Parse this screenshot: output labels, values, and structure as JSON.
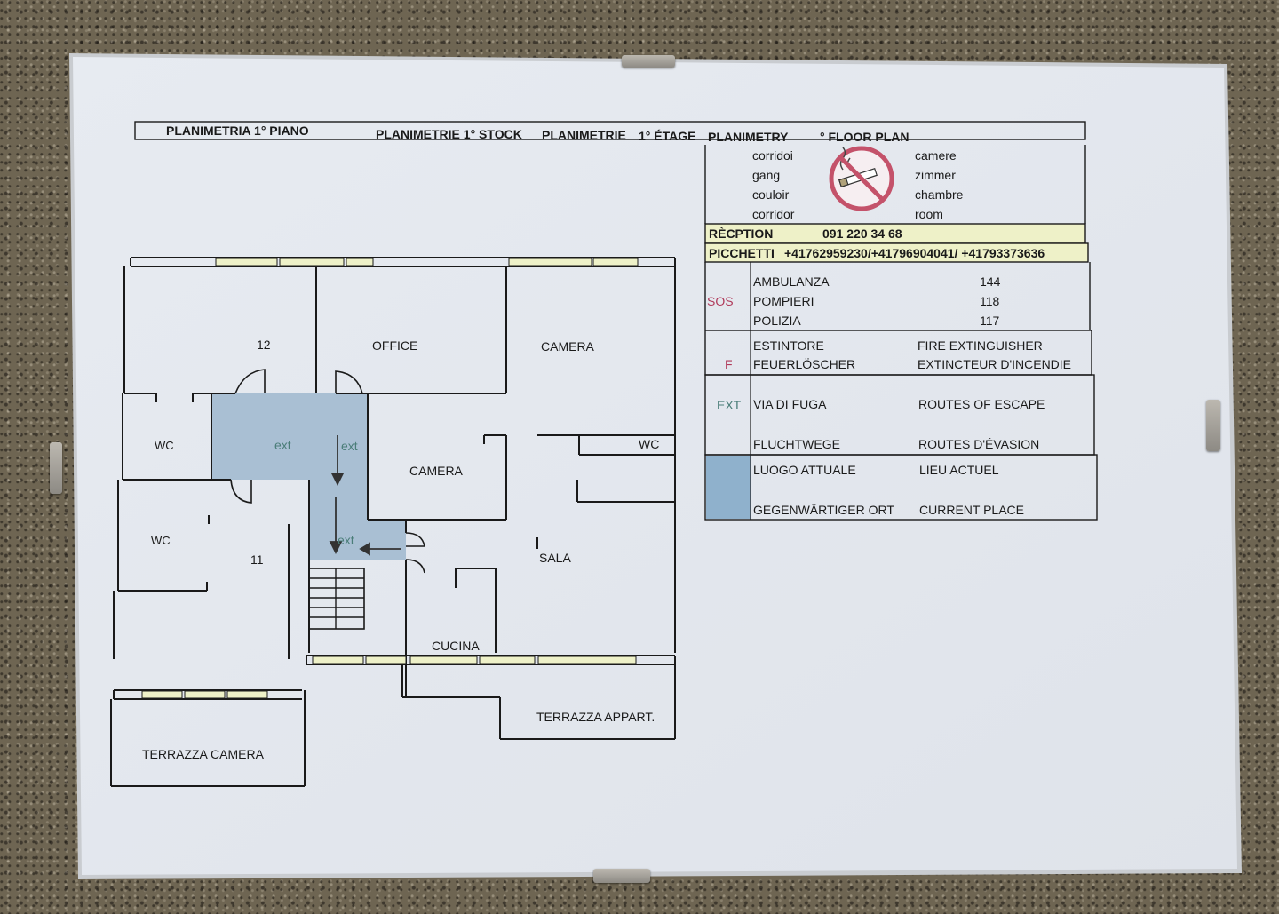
{
  "header": {
    "it": "PLANIMETRIA 1° PIANO",
    "de": "PLANIMETRIE 1° STOCK",
    "fr_a": "PLANIMETRIE",
    "fr_b": "1° ÉTAGE",
    "en_a": "PLANIMETRY",
    "en_b": "° FLOOR PLAN"
  },
  "legend": {
    "corridor_words": [
      "corridoi",
      "gang",
      "couloir",
      "corridor"
    ],
    "room_words": [
      "camere",
      "zimmer",
      "chambre",
      "room"
    ],
    "no_smoking_icon": "no-smoking-icon",
    "reception_label": "RÈCPTION",
    "reception_number": "091 220 34 68",
    "picchetti_label": "PICCHETTI",
    "picchetti_numbers": "+41762959230/+41796904041/ +41793373636",
    "sos_label": "SOS",
    "emergency": [
      {
        "name": "AMBULANZA",
        "number": "144"
      },
      {
        "name": "POMPIERI",
        "number": "118"
      },
      {
        "name": "POLIZIA",
        "number": "117"
      }
    ],
    "extinguisher_symbol": "F",
    "extinguisher_it": "ESTINTORE",
    "extinguisher_de": "FEUERLÖSCHER",
    "extinguisher_en": "FIRE EXTINGUISHER",
    "extinguisher_fr": "EXTINCTEUR D'INCENDIE",
    "escape_symbol": "EXT",
    "escape_it": "VIA DI FUGA",
    "escape_de": "FLUCHTWEGE",
    "escape_en": "ROUTES OF ESCAPE",
    "escape_fr": "ROUTES D'ÉVASION",
    "current_it": "LUOGO ATTUALE",
    "current_de": "GEGENWÄRTIGER ORT",
    "current_fr": "LIEU ACTUEL",
    "current_en": "CURRENT PLACE"
  },
  "plan": {
    "rooms": {
      "r12": "12",
      "office": "OFFICE",
      "camera_top": "CAMERA",
      "wc_left_top": "WC",
      "wc_left_bottom": "WC",
      "r11": "11",
      "camera_mid": "CAMERA",
      "wc_right": "WC",
      "sala": "SALA",
      "cucina": "CUCINA",
      "terrazza_camera": "TERRAZZA CAMERA",
      "terrazza_appart": "TERRAZZA APPART."
    },
    "exit_labels": [
      "ext",
      "ext",
      "ext"
    ]
  },
  "colors": {
    "paper": "#e4e8ee",
    "ink": "#1a1a1a",
    "highlight_blue": "#a9bfd3",
    "legend_blue": "#8fb1cc",
    "reception_yellow": "#eef1c8",
    "sos_red": "#b03a5a",
    "ext_green": "#4a7d78",
    "no_smoking_red": "#c4526a"
  }
}
